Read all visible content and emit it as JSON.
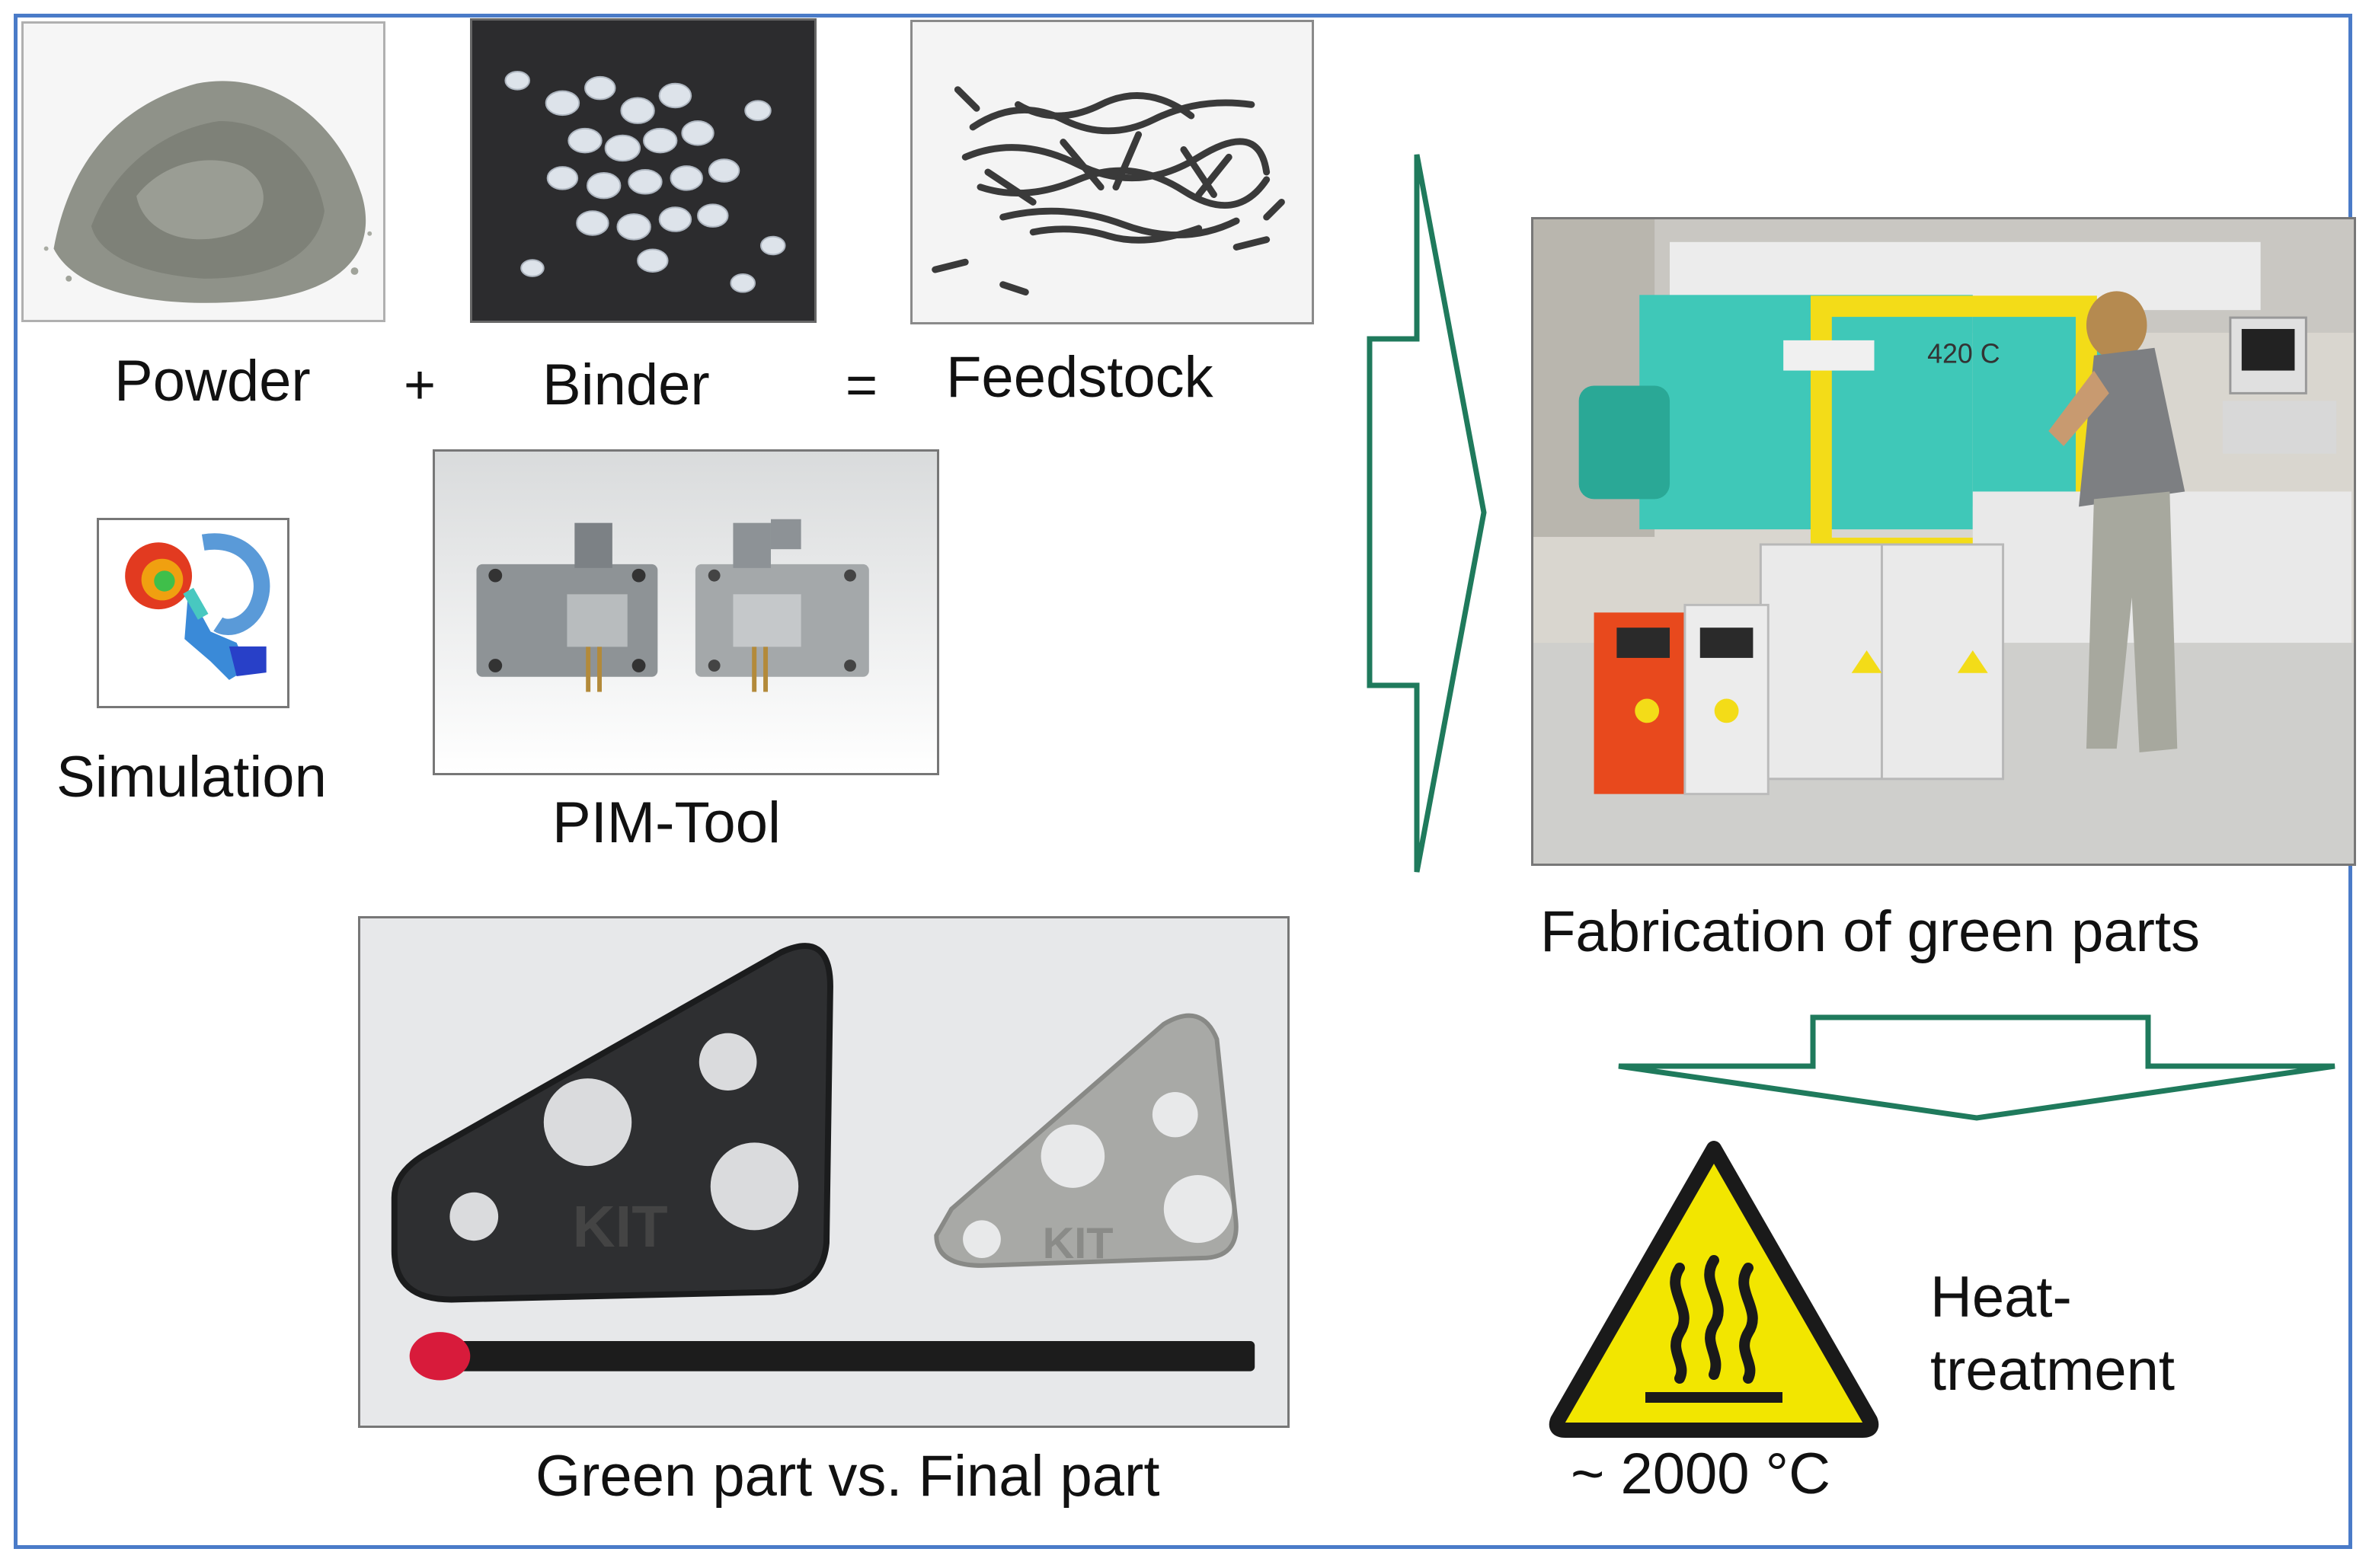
{
  "labels": {
    "powder": "Powder",
    "plus": "+",
    "binder": "Binder",
    "equals": "=",
    "feedstock": "Feedstock",
    "simulation": "Simulation",
    "pim_tool": "PIM-Tool",
    "green_vs_final": "Green part vs. Final part",
    "fabrication": "Fabrication of green parts",
    "heat_1": "Heat-",
    "heat_2": "treatment",
    "temperature": "~ 2000 °C"
  },
  "embedded_text": {
    "machine_model": "420 C",
    "part_logo": "KIT"
  },
  "colors": {
    "frame": "#4a7bc8",
    "arrow": "#1f7a5c",
    "warning_yellow": "#f2e600",
    "machine_teal": "#3fc8b8",
    "machine_yellow": "#f3dc18"
  }
}
